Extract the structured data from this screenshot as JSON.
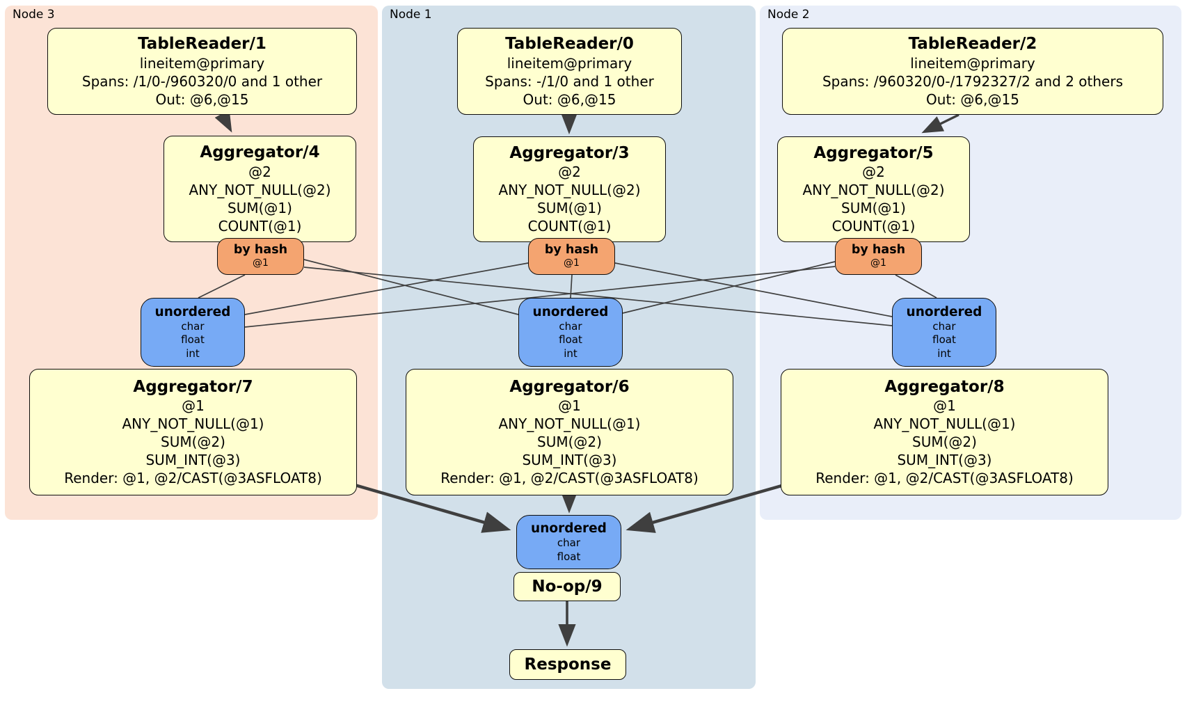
{
  "groups": [
    {
      "id": "node3",
      "label": "Node 3"
    },
    {
      "id": "node1",
      "label": "Node 1"
    },
    {
      "id": "node2",
      "label": "Node 2"
    }
  ],
  "processors": {
    "tr1": {
      "title": "TableReader/1",
      "lines": [
        "lineitem@primary",
        "Spans: /1/0-/960320/0 and 1 other",
        "Out: @6,@15"
      ]
    },
    "tr0": {
      "title": "TableReader/0",
      "lines": [
        "lineitem@primary",
        "Spans: -/1/0 and 1 other",
        "Out: @6,@15"
      ]
    },
    "tr2": {
      "title": "TableReader/2",
      "lines": [
        "lineitem@primary",
        "Spans: /960320/0-/1792327/2 and 2 others",
        "Out: @6,@15"
      ]
    },
    "agg4": {
      "title": "Aggregator/4",
      "lines": [
        "@2",
        "ANY_NOT_NULL(@2)",
        "SUM(@1)",
        "COUNT(@1)"
      ]
    },
    "agg3": {
      "title": "Aggregator/3",
      "lines": [
        "@2",
        "ANY_NOT_NULL(@2)",
        "SUM(@1)",
        "COUNT(@1)"
      ]
    },
    "agg5": {
      "title": "Aggregator/5",
      "lines": [
        "@2",
        "ANY_NOT_NULL(@2)",
        "SUM(@1)",
        "COUNT(@1)"
      ]
    },
    "agg7": {
      "title": "Aggregator/7",
      "lines": [
        "@1",
        "ANY_NOT_NULL(@1)",
        "SUM(@2)",
        "SUM_INT(@3)",
        "Render: @1, @2/CAST(@3ASFLOAT8)"
      ]
    },
    "agg6": {
      "title": "Aggregator/6",
      "lines": [
        "@1",
        "ANY_NOT_NULL(@1)",
        "SUM(@2)",
        "SUM_INT(@3)",
        "Render: @1, @2/CAST(@3ASFLOAT8)"
      ]
    },
    "agg8": {
      "title": "Aggregator/8",
      "lines": [
        "@1",
        "ANY_NOT_NULL(@1)",
        "SUM(@2)",
        "SUM_INT(@3)",
        "Render: @1, @2/CAST(@3ASFLOAT8)"
      ]
    },
    "noop": {
      "title": "No-op/9"
    },
    "response": {
      "title": "Response"
    }
  },
  "routers": {
    "byhash4": {
      "title": "by hash",
      "lines": [
        "@1"
      ]
    },
    "byhash3": {
      "title": "by hash",
      "lines": [
        "@1"
      ]
    },
    "byhash5": {
      "title": "by hash",
      "lines": [
        "@1"
      ]
    }
  },
  "streams": {
    "unordered7": {
      "title": "unordered",
      "lines": [
        "char",
        "float",
        "int"
      ]
    },
    "unordered6": {
      "title": "unordered",
      "lines": [
        "char",
        "float",
        "int"
      ]
    },
    "unordered8": {
      "title": "unordered",
      "lines": [
        "char",
        "float",
        "int"
      ]
    },
    "unordered9": {
      "title": "unordered",
      "lines": [
        "char",
        "float"
      ]
    }
  },
  "colors": {
    "c-node3": "#fce3d6",
    "c-node1": "#d2e0ea",
    "c-node2": "#e9eef9",
    "c-proc": "#ffffd0",
    "c-router": "#f4a470",
    "c-stream": "#77aaf5",
    "c-edge": "#3f3f3f"
  }
}
